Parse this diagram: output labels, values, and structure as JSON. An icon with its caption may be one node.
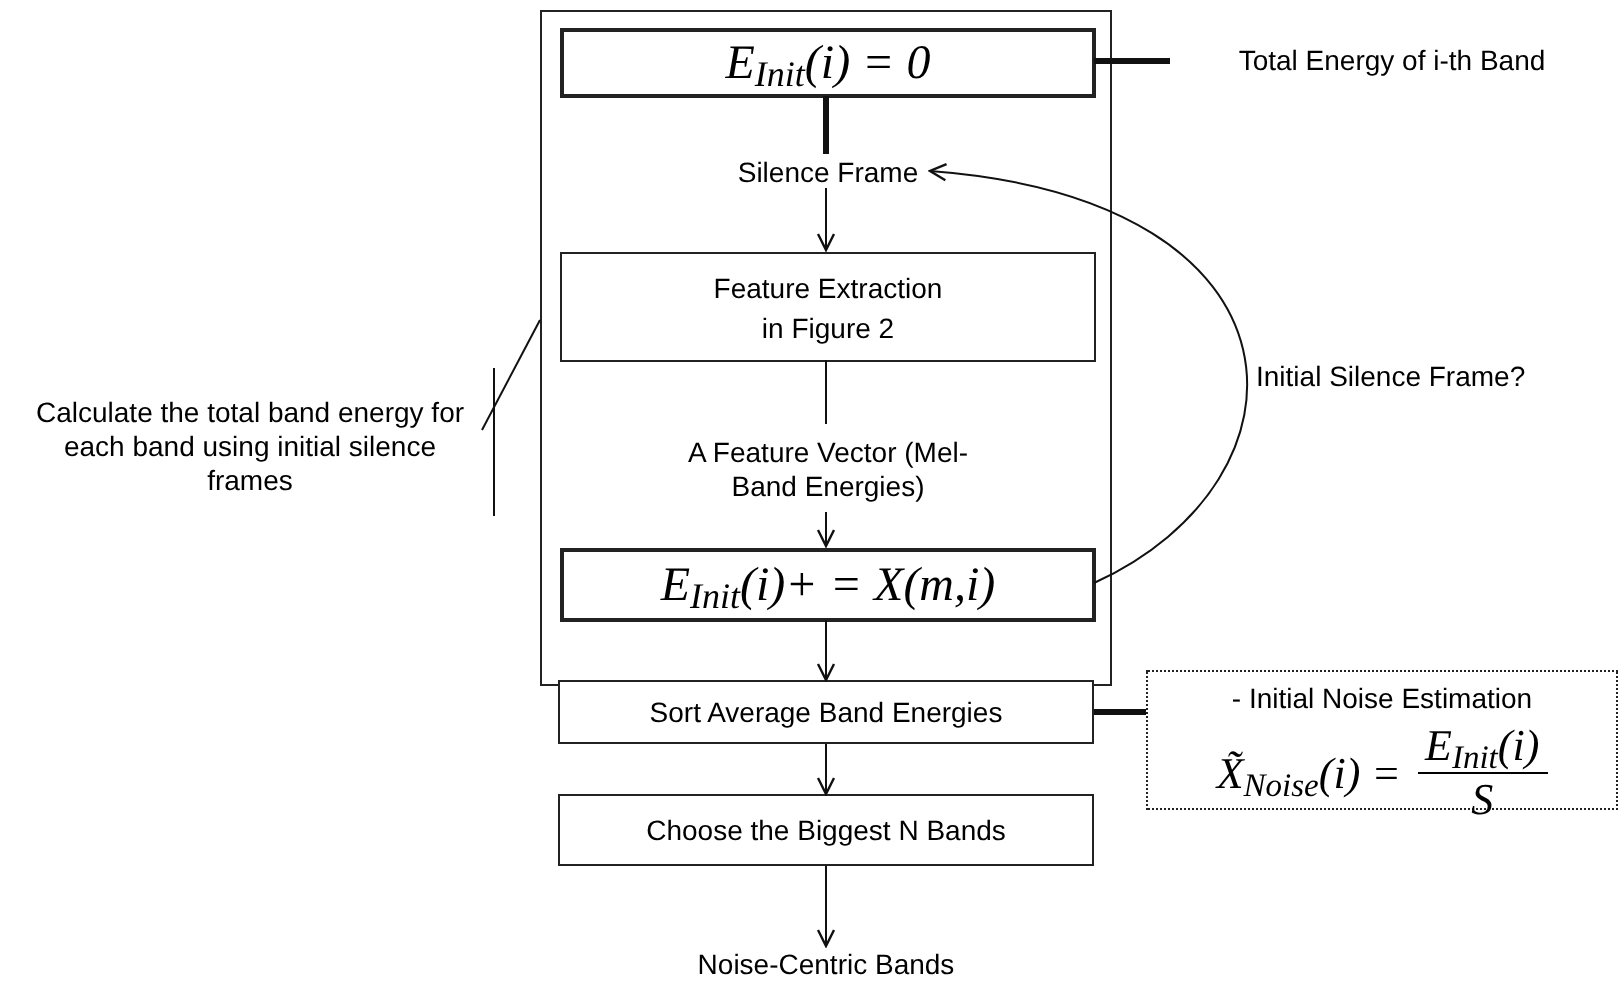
{
  "diagram": {
    "nodes": [
      {
        "text": [],
        "shape": "box"
      },
      {
        "text": [
          "E$_{Init}$(i) = 0"
        ],
        "in": 0
      },
      {
        "text": [
          "Silence Frame"
        ],
        "in": 0
      },
      {
        "text": [
          "Feature Extraction in Figure 2"
        ],
        "in": 0
      },
      {
        "text": [
          "A Feature Vector (Mel-Band Energies)"
        ],
        "in": 0
      },
      {
        "text": [
          "E$_{Init}$(i)+ = X(m,i)"
        ],
        "in": 0
      },
      {
        "text": [
          "Sort Average Band Energies"
        ]
      },
      {
        "text": [
          "Choose the Biggest N Bands"
        ]
      },
      {
        "text": [
          "Noise-Centric Bands"
        ]
      },
      {
        "text": [
          "Total Energy of i-th Band"
        ]
      },
      {
        "text": [
          "Calculate the total band energy for each band using initial silence frames"
        ]
      },
      {
        "text": [
          "- Initial Noise Estimation",
          "X̃$_{Noise}$(i) =",
          "E$_{Init}$(i)",
          "S"
        ]
      }
    ],
    "edges": [
      {
        "from": 1,
        "to": 2,
        "arrow": "none",
        "style": "thick"
      },
      {
        "from": 2,
        "to": 3,
        "arrow": "to"
      },
      {
        "from": 3,
        "to": 4,
        "arrow": "none"
      },
      {
        "from": 4,
        "to": 5,
        "arrow": "to"
      },
      {
        "from": 5,
        "to": 6,
        "arrow": "to"
      },
      {
        "from": 6,
        "to": 7,
        "arrow": "to"
      },
      {
        "from": 7,
        "to": 8,
        "arrow": "to"
      },
      {
        "from": 5,
        "to": 2,
        "arrow": "to",
        "label": "Initial Silence Frame?"
      },
      {
        "from": 1,
        "to": 9,
        "arrow": "none",
        "style": "thick"
      },
      {
        "from": 10,
        "to": 0,
        "arrow": "none"
      },
      {
        "from": 6,
        "to": 11,
        "arrow": "none",
        "style": "thick"
      }
    ]
  }
}
